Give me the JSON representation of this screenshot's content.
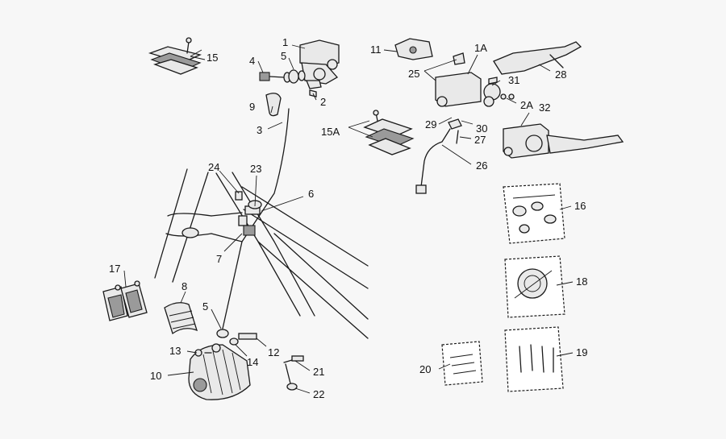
{
  "diagram": {
    "callouts": {
      "c1": "1",
      "c1A": "1A",
      "c2": "2",
      "c2A": "2A",
      "c3": "3",
      "c4": "4",
      "c5a": "5",
      "c5b": "5",
      "c6": "6",
      "c7": "7",
      "c9": "9",
      "c10": "10",
      "c11": "11",
      "c12": "12",
      "c13": "13",
      "c14": "14",
      "c15": "15",
      "c15A": "15A",
      "c16": "16",
      "c17": "17",
      "c18": "18",
      "c19": "19",
      "c20": "20",
      "c21": "21",
      "c22": "22",
      "c23": "23",
      "c24": "24",
      "c25": "25",
      "c26": "26",
      "c27": "27",
      "c28": "28",
      "c29": "29",
      "c30": "30",
      "c31": "31",
      "c32": "32",
      "c8": "8"
    }
  }
}
